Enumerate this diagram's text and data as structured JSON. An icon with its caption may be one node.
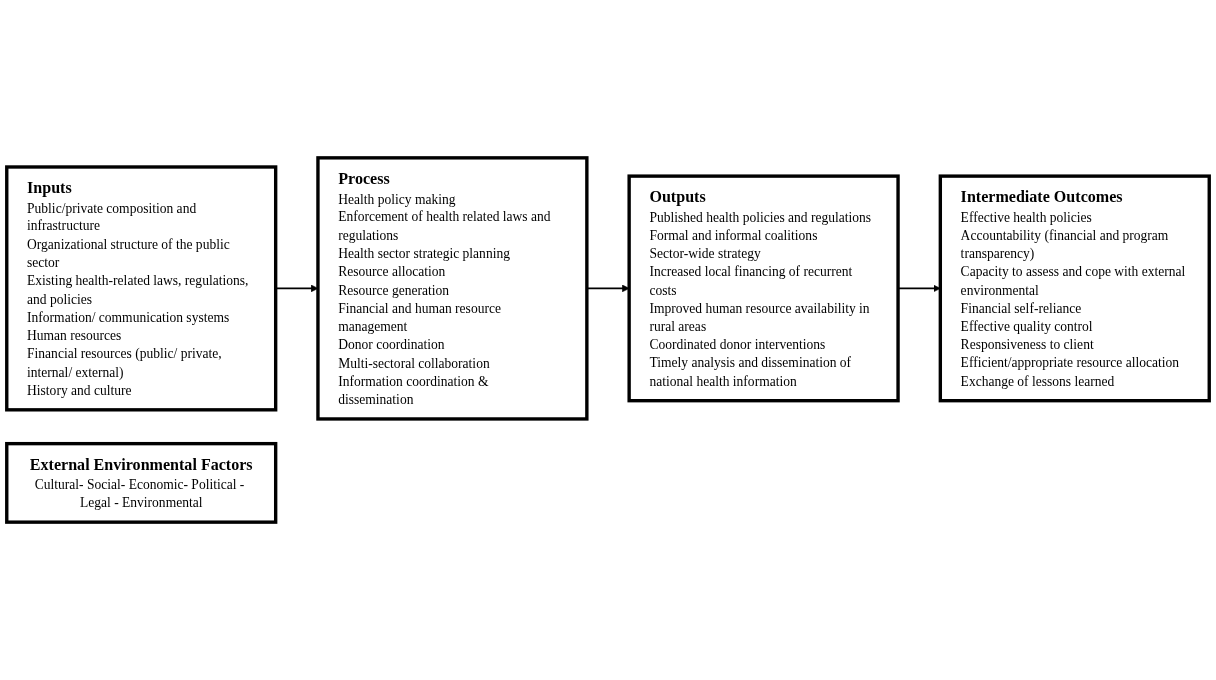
{
  "diagram": {
    "nodes": [
      {
        "text": [
          "Inputs",
          "Public/private composition and infrastructure",
          "Organizational structure of the public sector",
          "Existing health-related laws, regulations, and policies",
          "Information/ communication systems",
          "Human resources",
          "Financial resources (public/ private, internal/ external)",
          "History and culture"
        ]
      },
      {
        "text": [
          "Process",
          "Health policy making",
          "Enforcement of health related laws and regulations",
          "Health sector strategic planning",
          "Resource allocation",
          "Resource generation",
          "Financial and human resource management",
          "Donor coordination",
          "Multi-sectoral collaboration",
          "Information coordination & dissemination"
        ]
      },
      {
        "text": [
          "Outputs",
          "Published health policies and regulations",
          "Formal and informal coalitions",
          "Sector-wide strategy",
          "Increased local financing of recurrent costs",
          "Improved human resource availability in rural areas",
          "Coordinated donor interventions",
          "Timely analysis and dissemination of national health information"
        ]
      },
      {
        "text": [
          "Intermediate Outcomes",
          "Effective health policies",
          "Accountability (financial and program transparency)",
          "Capacity to assess and cope with external environmental",
          "Financial self-reliance",
          "Effective quality control",
          "Responsiveness to client",
          "Efficient/appropriate resource allocation",
          "Exchange of lessons learned"
        ]
      },
      {
        "text": [
          "External Environmental Factors",
          "Cultural- Social- Economic- Political - Legal - Environmental"
        ]
      }
    ],
    "edges": [
      {
        "from": 0,
        "to": 1,
        "arrow": "to"
      },
      {
        "from": 1,
        "to": 2,
        "arrow": "to"
      },
      {
        "from": 2,
        "to": 3,
        "arrow": "to"
      }
    ]
  }
}
